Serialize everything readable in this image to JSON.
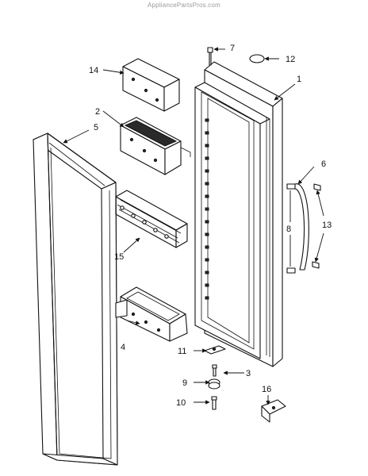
{
  "watermark": "AppliancePartsPros.com",
  "callouts": {
    "c1": "1",
    "c2": "2",
    "c3": "3",
    "c4": "4",
    "c5": "5",
    "c6": "6",
    "c7": "7",
    "c8": "8",
    "c9": "9",
    "c10": "10",
    "c11": "11",
    "c12": "12",
    "c13": "13",
    "c14": "14",
    "c15": "15",
    "c16": "16"
  }
}
